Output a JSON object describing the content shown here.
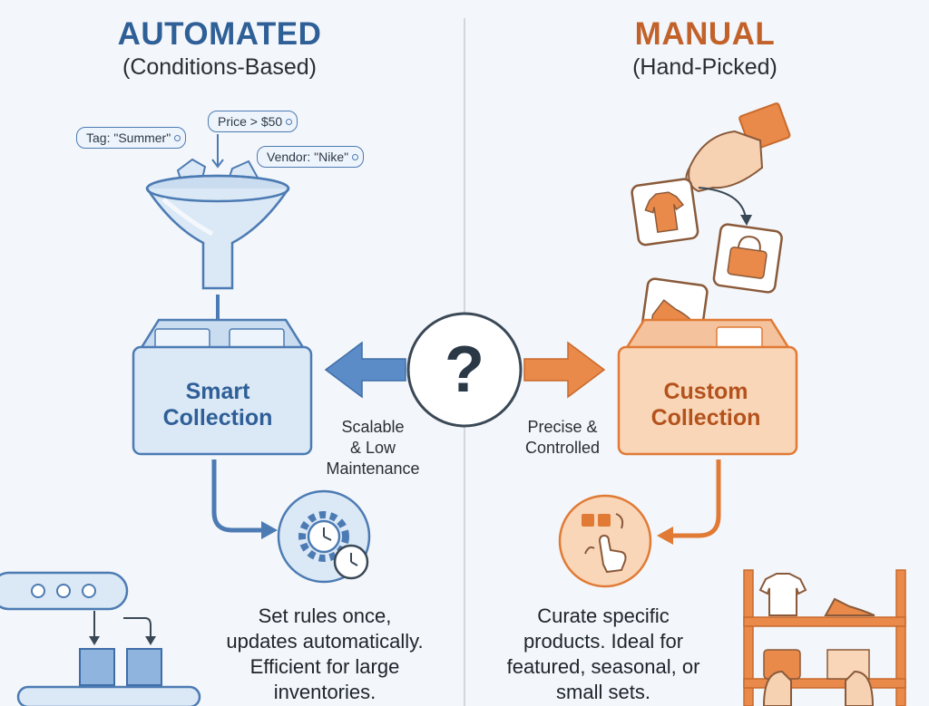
{
  "automated": {
    "title": "AUTOMATED",
    "subtitle": "(Conditions-Based)",
    "tags": [
      "Tag: \"Summer\"",
      "Price > $50",
      "Vendor: \"Nike\""
    ],
    "box_label_line1": "Smart",
    "box_label_line2": "Collection",
    "side_label_line1": "Scalable",
    "side_label_line2": "& Low",
    "side_label_line3": "Maintenance",
    "desc_line1": "Set rules once,",
    "desc_line2": "updates automatically.",
    "desc_line3": "Efficient for large",
    "desc_line4": "inventories."
  },
  "manual": {
    "title": "MANUAL",
    "subtitle": "(Hand-Picked)",
    "box_label_line1": "Custom",
    "box_label_line2": "Collection",
    "side_label_line1": "Precise &",
    "side_label_line2": "Controlled",
    "desc_line1": "Curate specific",
    "desc_line2": "products. Ideal for",
    "desc_line3": "featured, seasonal, or",
    "desc_line4": "small sets."
  },
  "center": {
    "symbol": "?"
  },
  "colors": {
    "blue": "#4c7bb3",
    "blue_fill": "#dbe8f6",
    "orange": "#e07a35",
    "orange_fill": "#f9d6b8",
    "background": "#f3f6fa"
  },
  "icons": [
    "funnel-icon",
    "price-tag-icon",
    "gear-clock-icon",
    "conveyor-belt-icon",
    "hand-icon",
    "tshirt-icon",
    "handbag-icon",
    "sneaker-icon",
    "hand-pointer-icon",
    "shelf-icon",
    "question-icon"
  ]
}
